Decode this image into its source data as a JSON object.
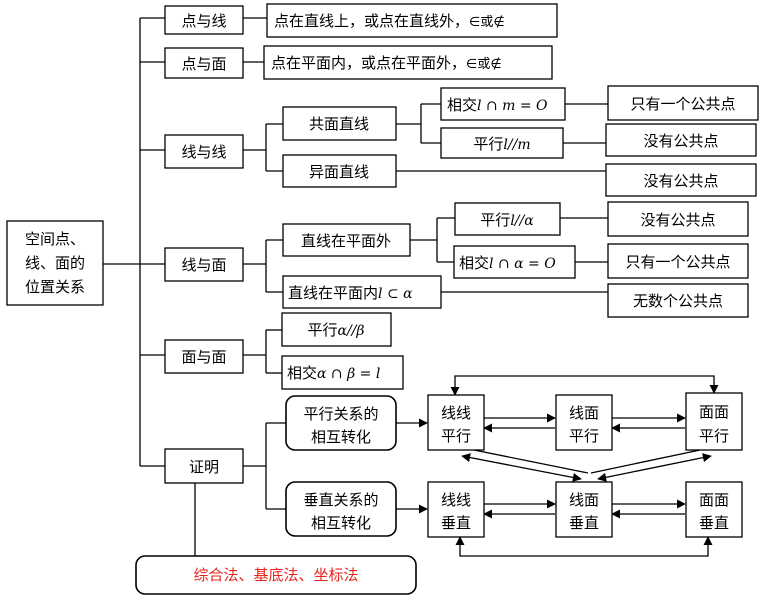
{
  "root": {
    "line1": "空间点、",
    "line2": "线、面的",
    "line3": "位置关系"
  },
  "point_line": {
    "label": "点与线",
    "desc_pre": "点在直线上，或点在直线外，",
    "desc_sym": "∈或∉"
  },
  "point_plane": {
    "label": "点与面",
    "desc_pre": "点在平面内，或点在平面外，",
    "desc_sym": "∈或∉"
  },
  "line_line": {
    "label": "线与线",
    "coplanar": "共面直线",
    "intersect_pre": "相交",
    "intersect_math": "l ∩ m = O",
    "parallel_pre": "平行",
    "parallel_math": "l//m",
    "skew": "异面直线",
    "result_intersect": "只有一个公共点",
    "result_parallel": "没有公共点",
    "result_skew": "没有公共点"
  },
  "line_plane": {
    "label": "线与面",
    "outside": "直线在平面外",
    "parallel_pre": "平行",
    "parallel_math": "l//α",
    "intersect_pre": "相交",
    "intersect_math": "l ∩ α = O",
    "inside_pre": "直线在平面内",
    "inside_math": "l ⊂ α",
    "result_parallel": "没有公共点",
    "result_intersect": "只有一个公共点",
    "result_inside": "无数个公共点"
  },
  "plane_plane": {
    "label": "面与面",
    "parallel_pre": "平行",
    "parallel_math": "α//β",
    "intersect_pre": "相交",
    "intersect_math": "α ∩ β = l"
  },
  "proof": {
    "label": "证明",
    "parallel_group": {
      "line1": "平行关系的",
      "line2": "相互转化"
    },
    "perp_group": {
      "line1": "垂直关系的",
      "line2": "相互转化"
    },
    "ll_parallel": {
      "line1": "线线",
      "line2": "平行"
    },
    "lp_parallel": {
      "line1": "线面",
      "line2": "平行"
    },
    "pp_parallel": {
      "line1": "面面",
      "line2": "平行"
    },
    "ll_perp": {
      "line1": "线线",
      "line2": "垂直"
    },
    "lp_perp": {
      "line1": "线面",
      "line2": "垂直"
    },
    "pp_perp": {
      "line1": "面面",
      "line2": "垂直"
    },
    "methods": "综合法、基底法、坐标法",
    "methods_color": "#e8251f"
  }
}
